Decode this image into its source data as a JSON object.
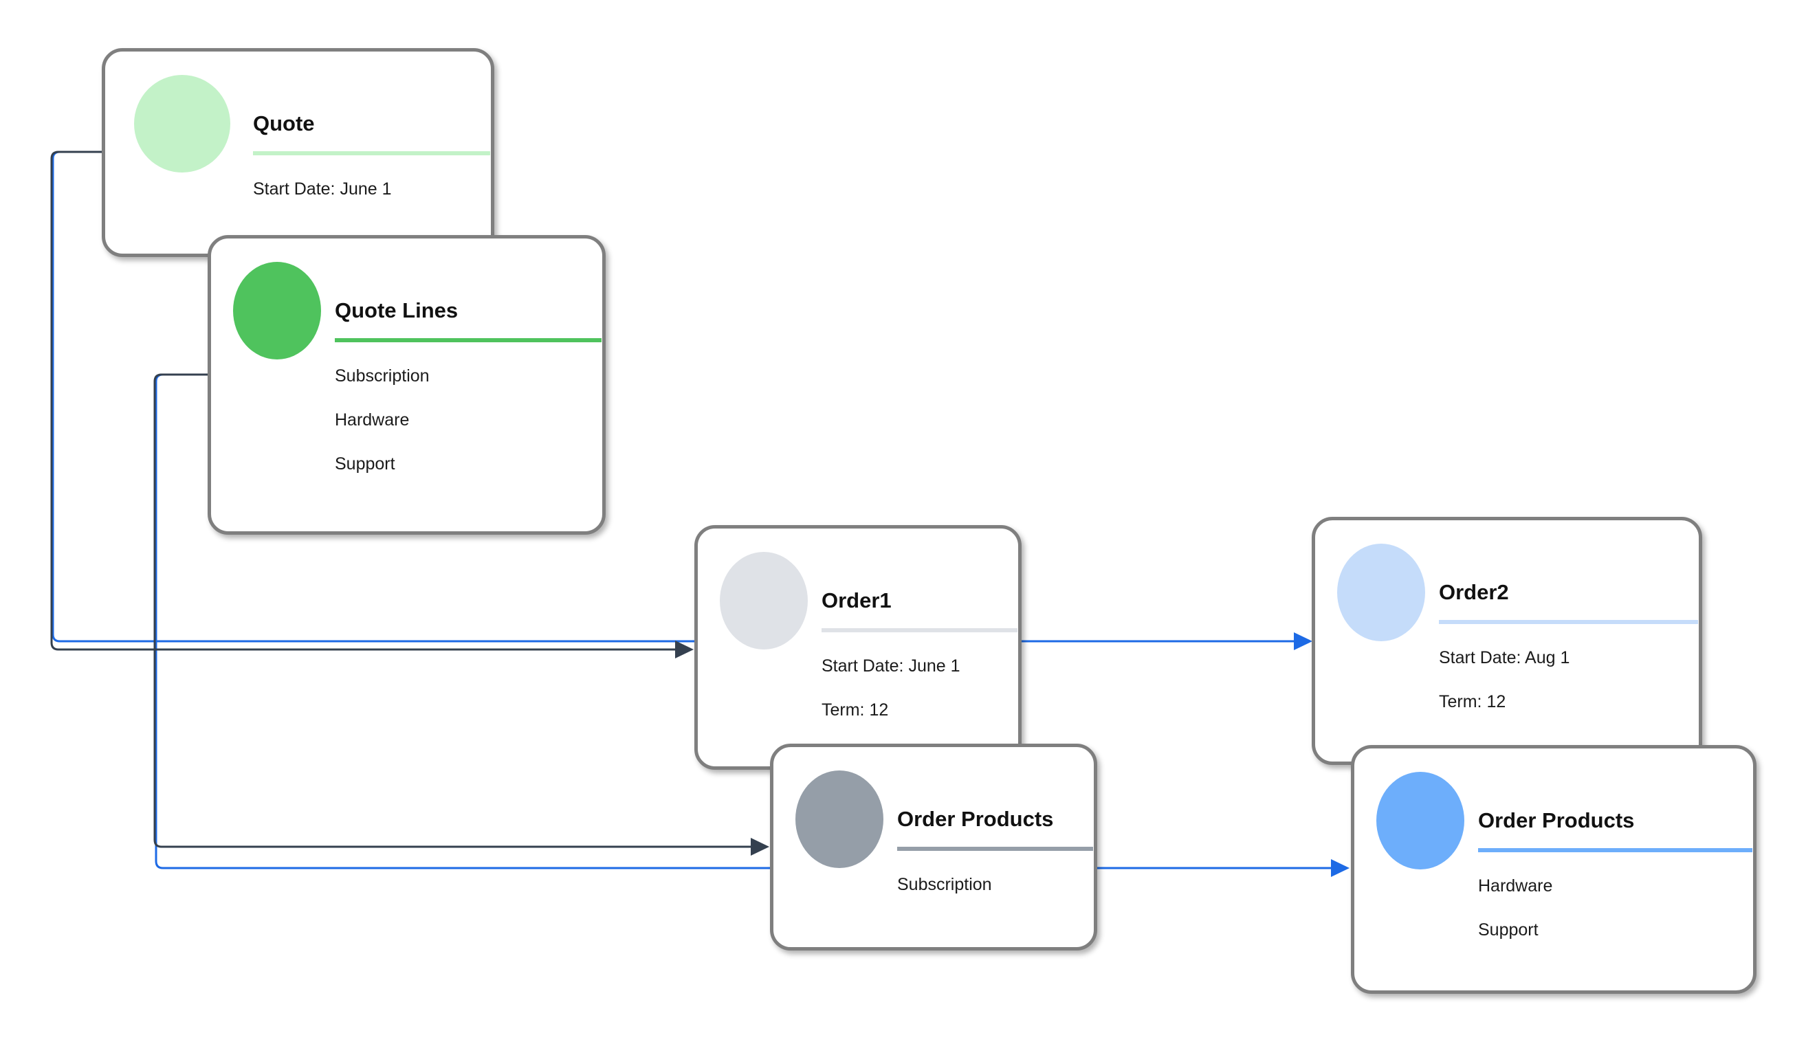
{
  "diagram": {
    "card_border": "#7f7f7f",
    "cards": [
      {
        "id": "quote",
        "title": "Quote",
        "accent": "#c3f2c8",
        "items": [
          "Start Date: June 1"
        ]
      },
      {
        "id": "quote-lines",
        "title": "Quote Lines",
        "accent": "#4fc35d",
        "items": [
          "Subscription",
          "Hardware",
          "Support"
        ]
      },
      {
        "id": "order1",
        "title": "Order1",
        "accent": "#dfe2e7",
        "items": [
          "Start Date: June 1",
          "Term: 12"
        ]
      },
      {
        "id": "order-products-subscription",
        "title": "Order Products",
        "accent": "#959ea8",
        "items": [
          "Subscription"
        ]
      },
      {
        "id": "order2",
        "title": "Order2",
        "accent": "#c5dcfa",
        "items": [
          "Start Date: Aug 1",
          "Term: 12"
        ]
      },
      {
        "id": "order-products-hardware-support",
        "title": "Order Products",
        "accent": "#6daefb",
        "items": [
          "Hardware",
          "Support"
        ]
      }
    ],
    "connectors": {
      "dark_color": "#34404f",
      "blue_color": "#1d6ae5",
      "edges": [
        {
          "from": "quote",
          "to": "order1",
          "color": "dark"
        },
        {
          "from": "quote",
          "to": "order2",
          "color": "blue"
        },
        {
          "from": "quote-lines",
          "to": "order-products-subscription",
          "color": "dark"
        },
        {
          "from": "quote-lines",
          "to": "order-products-hardware-support",
          "color": "blue"
        }
      ]
    }
  }
}
